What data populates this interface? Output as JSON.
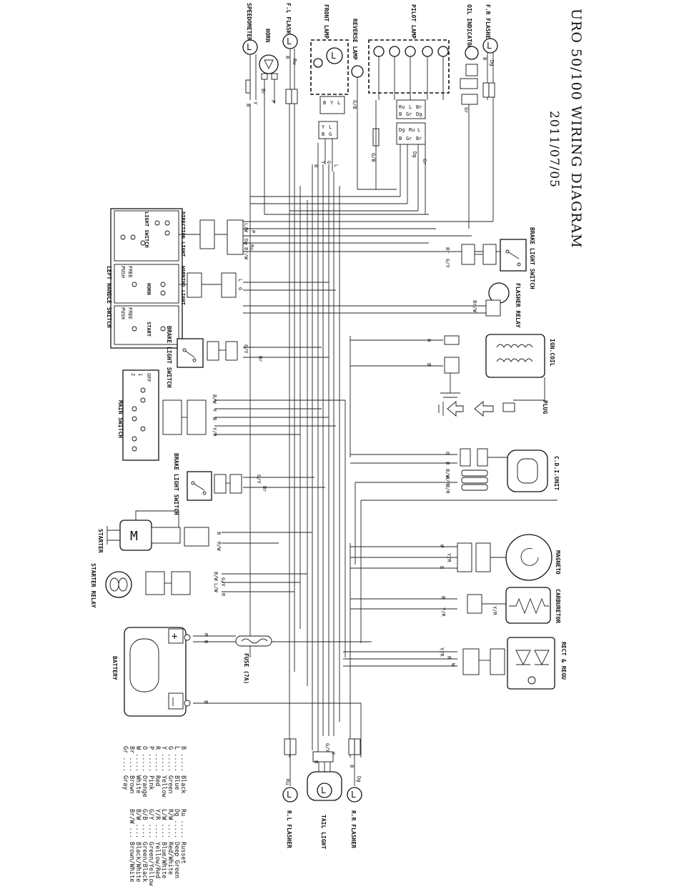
{
  "title": {
    "main": "URO 50/100 WIRING DIAGRAM",
    "date": "2011/07/05"
  },
  "components": {
    "f_l_flasher": "F.L FLASHER",
    "f_r_flasher": "F.R FLASHER",
    "speedometer": "SPEEDOMETER",
    "horn": "HORN",
    "front_lamp": "FRONT LAMP",
    "reverse_lamp": "REVERSE LAMP",
    "pilot_lamp": "PILOT LAMP",
    "oil_indicator": "OIL INDICATOR",
    "left_handle_switch": "LEFT HANDLE SWITCH",
    "direction_light": "DIRECTION LIGHT",
    "light_switch": "LIGHT SWITCH",
    "warning_light": "WARNING LIGHT",
    "horn_switch": "HORN",
    "start": "START",
    "brake_light_switch_1": "BRAKE LIGHT SWITCH",
    "brake_light_switch_2": "BRAKE LIGHT SWITCH",
    "brake_light_switch_3": "BRAKE LIGHT SWITCH",
    "main_switch": "MAIN SWITCH",
    "starter": "STARTER",
    "starter_relay": "STARTER RELAY",
    "battery": "BATTERY",
    "fuse": "FUSE (7A)",
    "flasher_relay": "FLASHER RELAY",
    "ign_coil": "IGN.COIL",
    "plug": "PLUG",
    "cdi_unit": "C.D.I.UNIT",
    "magneto": "MAGNETO",
    "carburetor": "CARBURETOR",
    "rect_regu": "RECT & REGU",
    "tail_light": "TAIL LIGHT",
    "r_l_flasher": "R.L FLASHER",
    "r_r_flasher": "R.R FLASHER"
  },
  "switch_table": {
    "free": "FREE",
    "push": "PUSH",
    "off": "OFF",
    "pos1": "1",
    "pos2": "2"
  },
  "wire_labels": {
    "b": "B",
    "y": "Y",
    "g": "G",
    "l": "L",
    "p": "P",
    "br": "Br",
    "ru": "Ru",
    "dg": "Dg",
    "gy": "G/Y",
    "gb": "G/B",
    "lw": "L/W",
    "bw": "B/W",
    "brw": "Br/W",
    "rw": "R/W",
    "yr": "Y/R",
    "wr": "W/R",
    "br2": "B/R",
    "o": "O",
    "w": "W",
    "r": "R",
    "gr": "Gr"
  },
  "legend_left": [
    "B ..... Black",
    "L ..... Blue",
    "G ..... Green",
    "Y ..... Yellow",
    "R ..... Red",
    "P ..... Pink",
    "O ..... Orange",
    "W ..... White",
    "Br .... Brown",
    "Gr .... Gray"
  ],
  "legend_right": [
    "Ru ..... Russet",
    "Dg ..... Deep Green",
    "R/W .... Red/White",
    "L/W .... Blue/White",
    "Y/R .... Yellow/Red",
    "G/Y .... Green/Yellow",
    "G/B .... Green/Black",
    "B/W .... Black/White",
    "Br/W ... Brown/White"
  ],
  "symbols": {
    "lamp": "L",
    "motor": "M"
  },
  "colors": {
    "ink": "#111111",
    "paper": "#ffffff"
  }
}
